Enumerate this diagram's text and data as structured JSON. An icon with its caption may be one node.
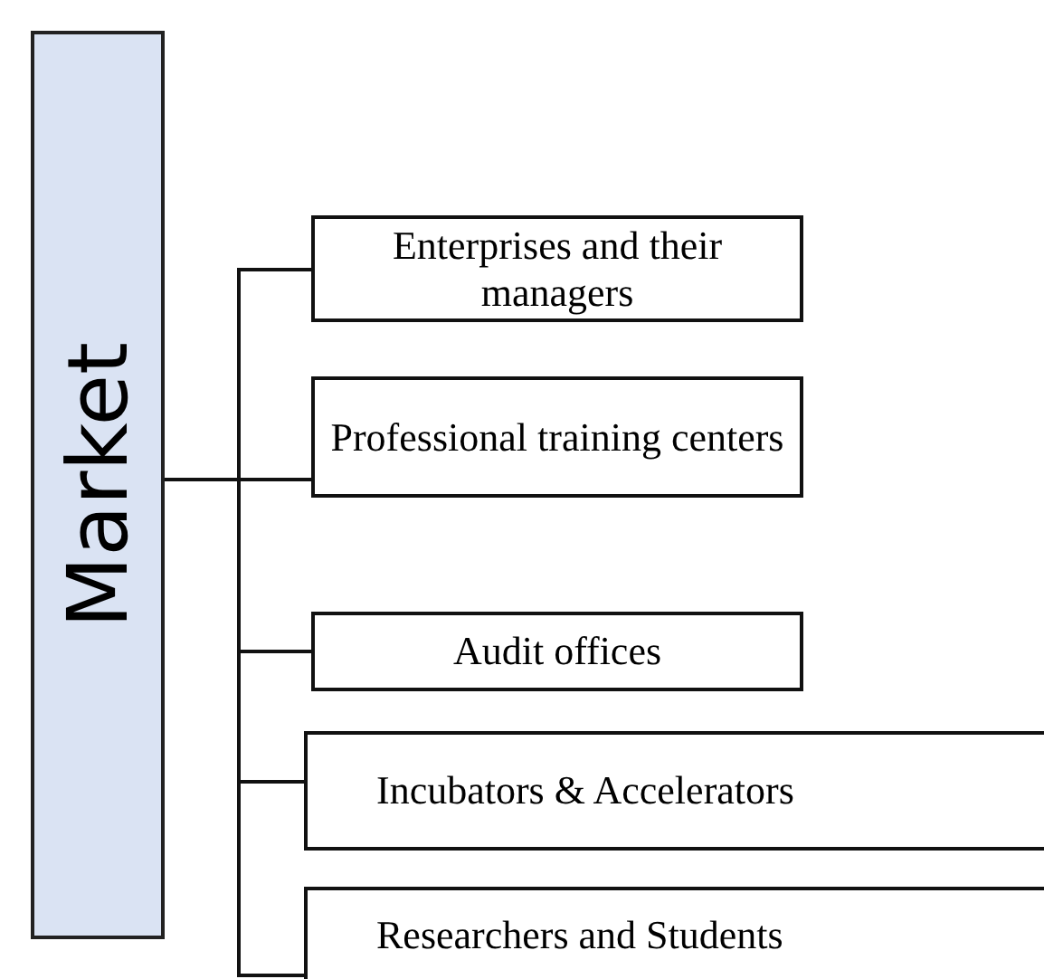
{
  "diagram": {
    "nodes": [
      {
        "text": [
          "Market"
        ]
      },
      {
        "text": [
          "Enterprises and their managers"
        ]
      },
      {
        "text": [
          "Professional training centers"
        ]
      },
      {
        "text": [
          "Audit offices"
        ]
      },
      {
        "text": [
          "Incubators & Accelerators"
        ]
      },
      {
        "text": [
          "Researchers and Students"
        ]
      }
    ],
    "edges": [
      {
        "from": 0,
        "to": 1,
        "arrow": "none"
      },
      {
        "from": 0,
        "to": 2,
        "arrow": "none"
      },
      {
        "from": 0,
        "to": 3,
        "arrow": "none"
      },
      {
        "from": 0,
        "to": 4,
        "arrow": "none"
      },
      {
        "from": 0,
        "to": 5,
        "arrow": "none"
      }
    ]
  }
}
